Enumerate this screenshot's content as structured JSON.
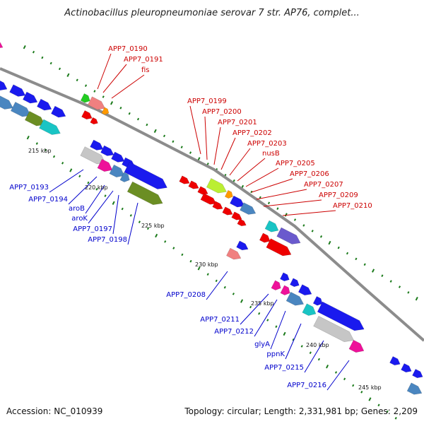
{
  "title": "Actinobacillus pleuropneumoniae serovar 7 str. AP76, complet...",
  "footer": {
    "accession": "Accession: NC_010939",
    "summary": "Topology: circular; Length: 2,331,981 bp; Genes: 2,209"
  },
  "colors": {
    "backbone": "#8c8c8c",
    "forward_label": "#cc0000",
    "reverse_label": "#0000cc",
    "tick": "#1a7a1a"
  },
  "kbp_ticks": [
    "215 kbp",
    "220 kbp",
    "225 kbp",
    "230 kbp",
    "235 kbp",
    "240 kbp",
    "245 kbp"
  ],
  "gene_labels": {
    "forward": [
      "APP7_0190",
      "APP7_0191",
      "fis",
      "APP7_0199",
      "APP7_0200",
      "APP7_0201",
      "APP7_0202",
      "APP7_0203",
      "nusB",
      "APP7_0205",
      "APP7_0206",
      "APP7_0207",
      "APP7_0209",
      "APP7_0210"
    ],
    "reverse": [
      "APP7_0193",
      "APP7_0194",
      "aroB",
      "aroK",
      "APP7_0197",
      "APP7_0198",
      "APP7_0208",
      "APP7_0211",
      "APP7_0212",
      "glyA",
      "ppnK",
      "APP7_0215",
      "APP7_0216"
    ]
  }
}
